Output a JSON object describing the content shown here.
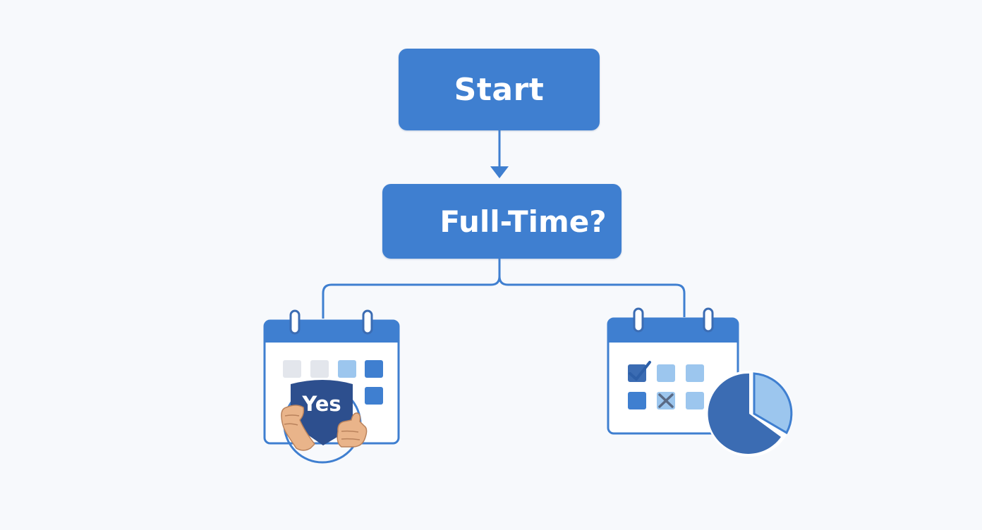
{
  "colors": {
    "primary": "#3f7fd0",
    "dark_blue": "#3b6cb3",
    "navy": "#2d4f8e",
    "light_blue": "#9cc6ee",
    "mid_blue": "#87b6e8",
    "grey_cell": "#e3e6ec",
    "skin": "#e9b48a",
    "background": "#f7f9fc"
  },
  "nodes": {
    "start": "Start",
    "decision": "Full-Time?"
  },
  "branches": {
    "left": {
      "icon": "calendar-icon",
      "badge_label": "Yes",
      "badge_icon": "thumbs-up-icon"
    },
    "right": {
      "icon": "calendar-icon",
      "secondary_icon": "pie-chart-icon",
      "cell_icons": [
        "checkmark-icon",
        "x-mark-icon"
      ]
    }
  }
}
